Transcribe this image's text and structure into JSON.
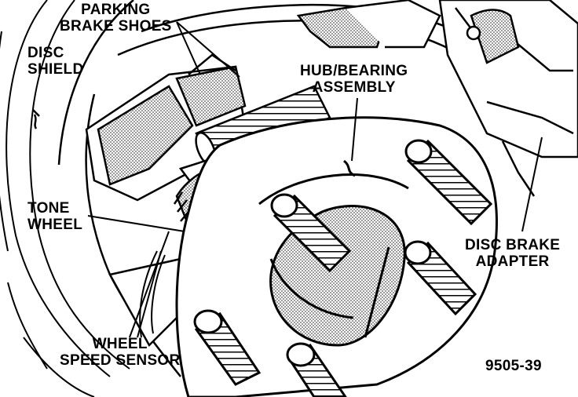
{
  "labels": {
    "parking_brake_shoes": [
      "PARKING",
      "BRAKE SHOES"
    ],
    "disc_shield": [
      "DISC",
      "SHIELD"
    ],
    "hub_bearing_assembly": [
      "HUB/BEARING",
      "ASSEMBLY"
    ],
    "tone_wheel": [
      "TONE",
      "WHEEL"
    ],
    "disc_brake_adapter": [
      "DISC BRAKE",
      "ADAPTER"
    ],
    "wheel_speed_sensor": [
      "WHEEL",
      "SPEED SENSOR"
    ]
  },
  "figure_number": "9505-39",
  "colors": {
    "ink": "#000000",
    "shade": "#9a9a9a",
    "light_shade": "#b5b5b5",
    "paper": "#ffffff"
  }
}
